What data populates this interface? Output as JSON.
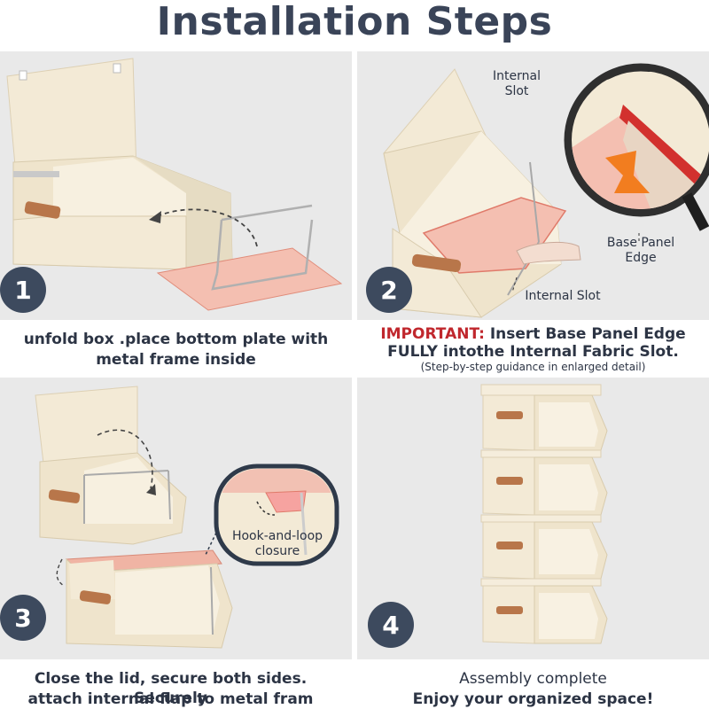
{
  "title": "Installation Steps",
  "steps": [
    {
      "number": "1",
      "caption_line1": "unfold box .place bottom plate with",
      "caption_line2": "metal frame inside"
    },
    {
      "number": "2",
      "important_label": "IMPORTANT:",
      "caption_line1_rest": " Insert Base Panel Edge",
      "caption_line2": "FULLY intothe Internal Fabric Slot.",
      "caption_note": "(Step-by-step guidance in enlarged detail)",
      "label_internal_slot_top": "Internal Slot",
      "label_base_panel_edge": "Base Panel Edge",
      "label_internal_slot_bottom": "Internal Slot"
    },
    {
      "number": "3",
      "caption_line1": "Close the lid, secure both sides. Securely",
      "caption_line2": "attach internal flap to metal fram",
      "label_hook_loop": "Hook-and-loop closure"
    },
    {
      "number": "4",
      "caption_line1": "Assembly complete",
      "caption_line2": "Enjoy your organized space!"
    }
  ],
  "colors": {
    "badge": "#3d4a5e",
    "panel_bg": "#e9e9e9",
    "fabric": "#f3ead6",
    "fabric_shade": "#e4d9c0",
    "pink": "#f2b7a9",
    "handle": "#b8764a",
    "important": "#c0272d"
  }
}
